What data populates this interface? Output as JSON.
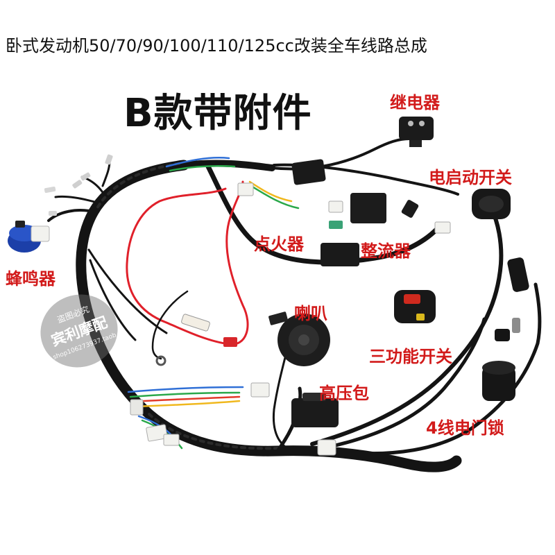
{
  "title": "卧式发动机50/70/90/100/110/125cc改装全车线路总成",
  "subtitle": "B款带附件",
  "labels": {
    "relay": "继电器",
    "electric_start_switch": "电启动开关",
    "igniter": "点火器",
    "rectifier": "整流器",
    "buzzer": "蜂鸣器",
    "horn": "喇叭",
    "three_function_switch": "三功能开关",
    "ignition_coil": "高压包",
    "door_lock": "4线电门锁"
  },
  "watermark": {
    "top": "盗图必究",
    "name": "宾利摩配",
    "sub": "shop106273937.taob"
  },
  "colors": {
    "label": "#d21a1a",
    "harness": "#141414",
    "red_wire": "#e0202a",
    "buzzer_blue": "#1c3fa8",
    "connector": "#f2f2ee",
    "green_part": "#3aa276"
  }
}
